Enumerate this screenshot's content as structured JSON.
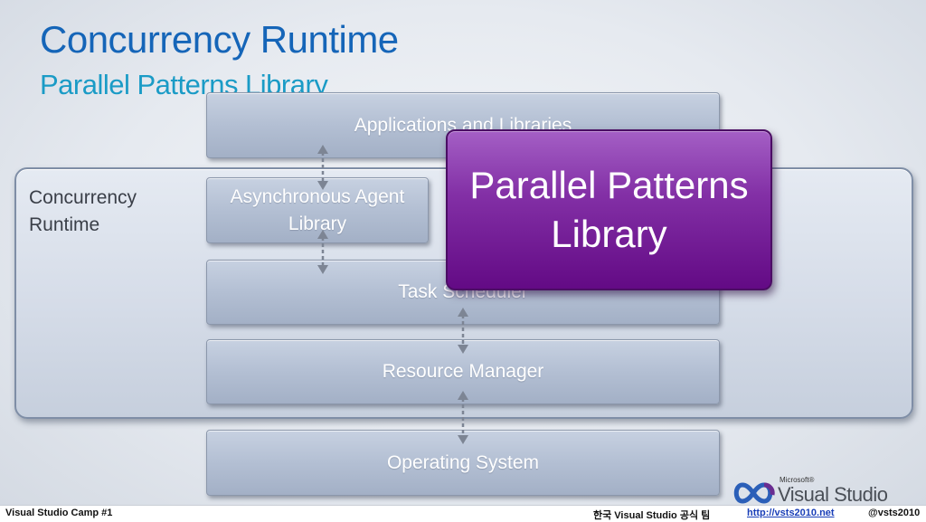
{
  "slide": {
    "title": "Concurrency Runtime",
    "subtitle": "Parallel Patterns Library"
  },
  "diagram": {
    "runtime_label": "Concurrency Runtime",
    "layers": {
      "applications": "Applications and Libraries",
      "agent_library": "Asynchronous Agent Library",
      "task_scheduler": "Task Scheduler",
      "resource_manager": "Resource Manager",
      "operating_system": "Operating System"
    },
    "highlight": "Parallel Patterns Library",
    "colors": {
      "title": "#1565b8",
      "subtitle": "#1a9bc6",
      "highlight": "#7a2a9e",
      "layer": "#b3bfd3"
    }
  },
  "footer": {
    "event": "Visual Studio Camp #1",
    "team": "한국 Visual Studio 공식 팀",
    "url": "http://vsts2010.net",
    "handle": "@vsts2010"
  },
  "logo": {
    "brand_small": "Microsoft®",
    "product": "Visual Studio",
    "icon": "infinity-logo-icon"
  }
}
